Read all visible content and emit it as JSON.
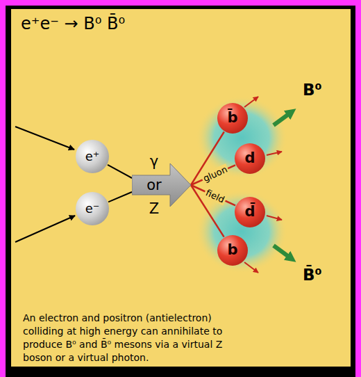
{
  "diagram": {
    "title": "e⁺e⁻ → B⁰ B̄⁰",
    "caption": "An electron and positron (antielectron) colliding at high energy can annihilate to produce B⁰ and B̄⁰ mesons via a virtual Z boson or a virtual photon.",
    "nodes": [
      {
        "text": [
          "e⁺"
        ]
      },
      {
        "text": [
          "e⁻"
        ]
      },
      {
        "text": [
          "γ or Z"
        ]
      },
      {
        "text": [
          "b̄"
        ]
      },
      {
        "text": [
          "d"
        ]
      },
      {
        "text": [
          "d̄"
        ]
      },
      {
        "text": [
          "b"
        ]
      }
    ],
    "edges": [
      {
        "from": 0,
        "to": 2,
        "arrow": "none"
      },
      {
        "from": 1,
        "to": 2,
        "arrow": "none"
      },
      {
        "from": 2,
        "to": 3,
        "arrow": "none"
      },
      {
        "from": 2,
        "to": 4,
        "label": "gluon",
        "arrow": "none"
      },
      {
        "from": 2,
        "to": 5,
        "label": "field",
        "arrow": "none"
      },
      {
        "from": 2,
        "to": 6,
        "arrow": "none"
      }
    ],
    "labels": [
      "B⁰",
      "B̄⁰"
    ]
  }
}
